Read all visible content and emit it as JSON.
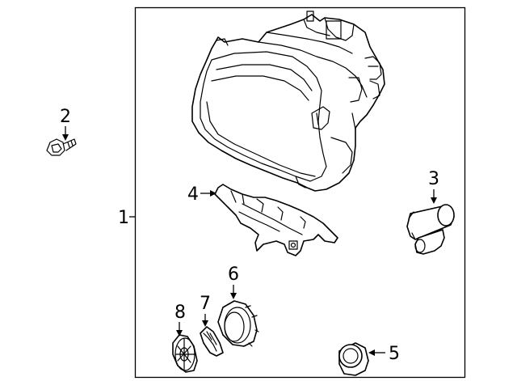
{
  "diagram": {
    "callouts": {
      "c1": "1",
      "c2": "2",
      "c3": "3",
      "c4": "4",
      "c5": "5",
      "c6": "6",
      "c7": "7",
      "c8": "8"
    },
    "parts": [
      {
        "id": "headlamp-assembly",
        "icon": "headlamp-icon"
      },
      {
        "id": "bolt",
        "icon": "bolt-icon"
      },
      {
        "id": "socket",
        "icon": "bulb-socket-icon"
      },
      {
        "id": "bracket",
        "icon": "bracket-icon"
      },
      {
        "id": "cap",
        "icon": "cap-icon"
      },
      {
        "id": "retainer-ring",
        "icon": "retainer-ring-icon"
      },
      {
        "id": "seal",
        "icon": "seal-icon"
      },
      {
        "id": "cover",
        "icon": "cover-icon"
      }
    ]
  }
}
